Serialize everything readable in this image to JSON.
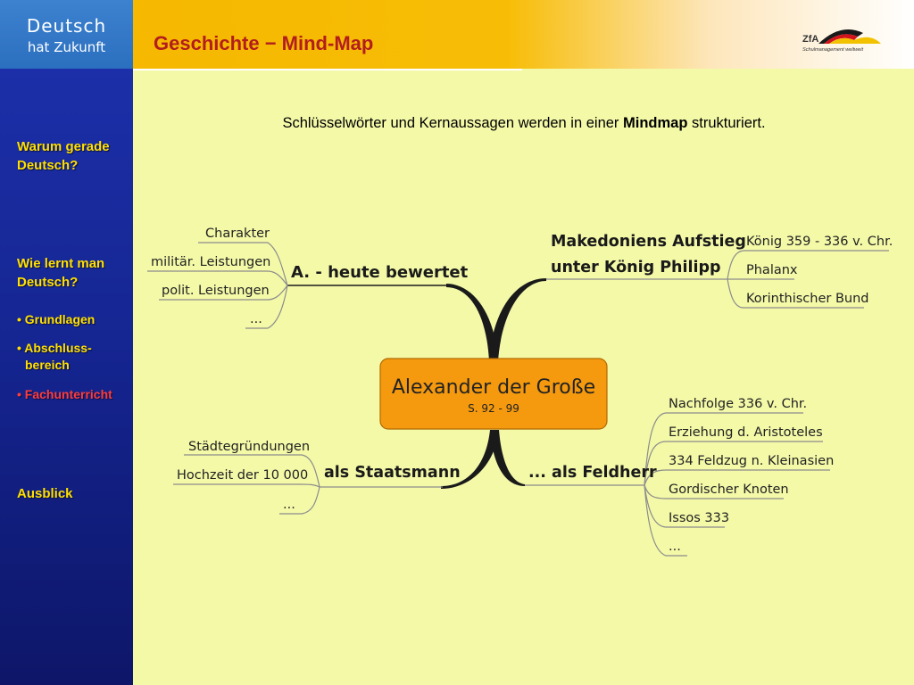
{
  "logo": {
    "line1": "Deutsch",
    "line2": "hat Zukunft"
  },
  "header": {
    "title": "Geschichte − Mind-Map",
    "partner_logo": {
      "text": "ZfA",
      "subtext": "Schulmanagement weltweit"
    }
  },
  "sidebar": {
    "items": [
      {
        "label_line1": "Warum gerade",
        "label_line2": "Deutsch?"
      },
      {
        "label_line1": "Wie lernt man",
        "label_line2": "Deutsch?"
      },
      {
        "label": "• Grundlagen"
      },
      {
        "label_line1": "• Abschluss-",
        "label_line2": "bereich"
      },
      {
        "label": "• Fachunterricht",
        "active": true
      },
      {
        "label": "Ausblick"
      }
    ]
  },
  "intro": {
    "before": "Schlüsselwörter und Kernaussagen werden in einer ",
    "bold": "Mindmap",
    "after": " strukturiert."
  },
  "mindmap": {
    "center": {
      "title": "Alexander der Große",
      "subtitle": "S. 92 - 99"
    },
    "branches": {
      "top_left": {
        "label": "A. - heute bewertet",
        "items": [
          "Charakter",
          "militär. Leistungen",
          "polit. Leistungen",
          "..."
        ]
      },
      "top_right": {
        "label_line1": "Makedoniens Aufstieg",
        "label_line2": "unter  König Philipp",
        "items": [
          "König 359 - 336 v. Chr.",
          "Phalanx",
          "Korinthischer Bund"
        ]
      },
      "bottom_left": {
        "label": "als Staatsmann",
        "items": [
          "Städtegründungen",
          "Hochzeit der 10 000",
          "..."
        ]
      },
      "bottom_right": {
        "label": "... als Feldherr",
        "items": [
          "Nachfolge 336 v. Chr.",
          "Erziehung  d. Aristoteles",
          "334 Feldzug n. Kleinasien",
          "Gordischer Knoten",
          "Issos 333",
          "..."
        ]
      }
    },
    "colors": {
      "center_fill": "#f59a0f",
      "center_stroke": "#b06a00",
      "connector": "#1a1a1a",
      "line": "#8c8c8c"
    }
  }
}
